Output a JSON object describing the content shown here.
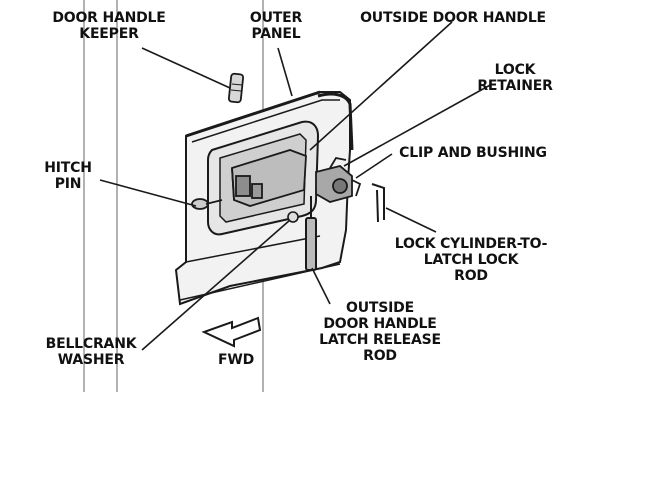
{
  "labels": {
    "door_handle_keeper": [
      "DOOR HANDLE",
      "KEEPER"
    ],
    "outer_panel": [
      "OUTER",
      "PANEL"
    ],
    "outside_door_handle": [
      "OUTSIDE DOOR HANDLE"
    ],
    "lock_retainer": [
      "LOCK",
      "RETAINER"
    ],
    "clip_and_bushing": [
      "CLIP AND BUSHING"
    ],
    "hitch_pin": [
      "HITCH",
      "PIN"
    ],
    "lock_cylinder_rod": [
      "LOCK CYLINDER-TO-",
      "LATCH LOCK",
      "ROD"
    ],
    "outside_latch_release_rod": [
      "OUTSIDE",
      "DOOR HANDLE",
      "LATCH RELEASE",
      "ROD"
    ],
    "bellcrank_washer": [
      "BELLCRANK",
      "WASHER"
    ],
    "fwd": "FWD"
  },
  "colors": {
    "ink": "#1a1a1a",
    "background": "#ffffff",
    "scan_line": "#555555"
  }
}
